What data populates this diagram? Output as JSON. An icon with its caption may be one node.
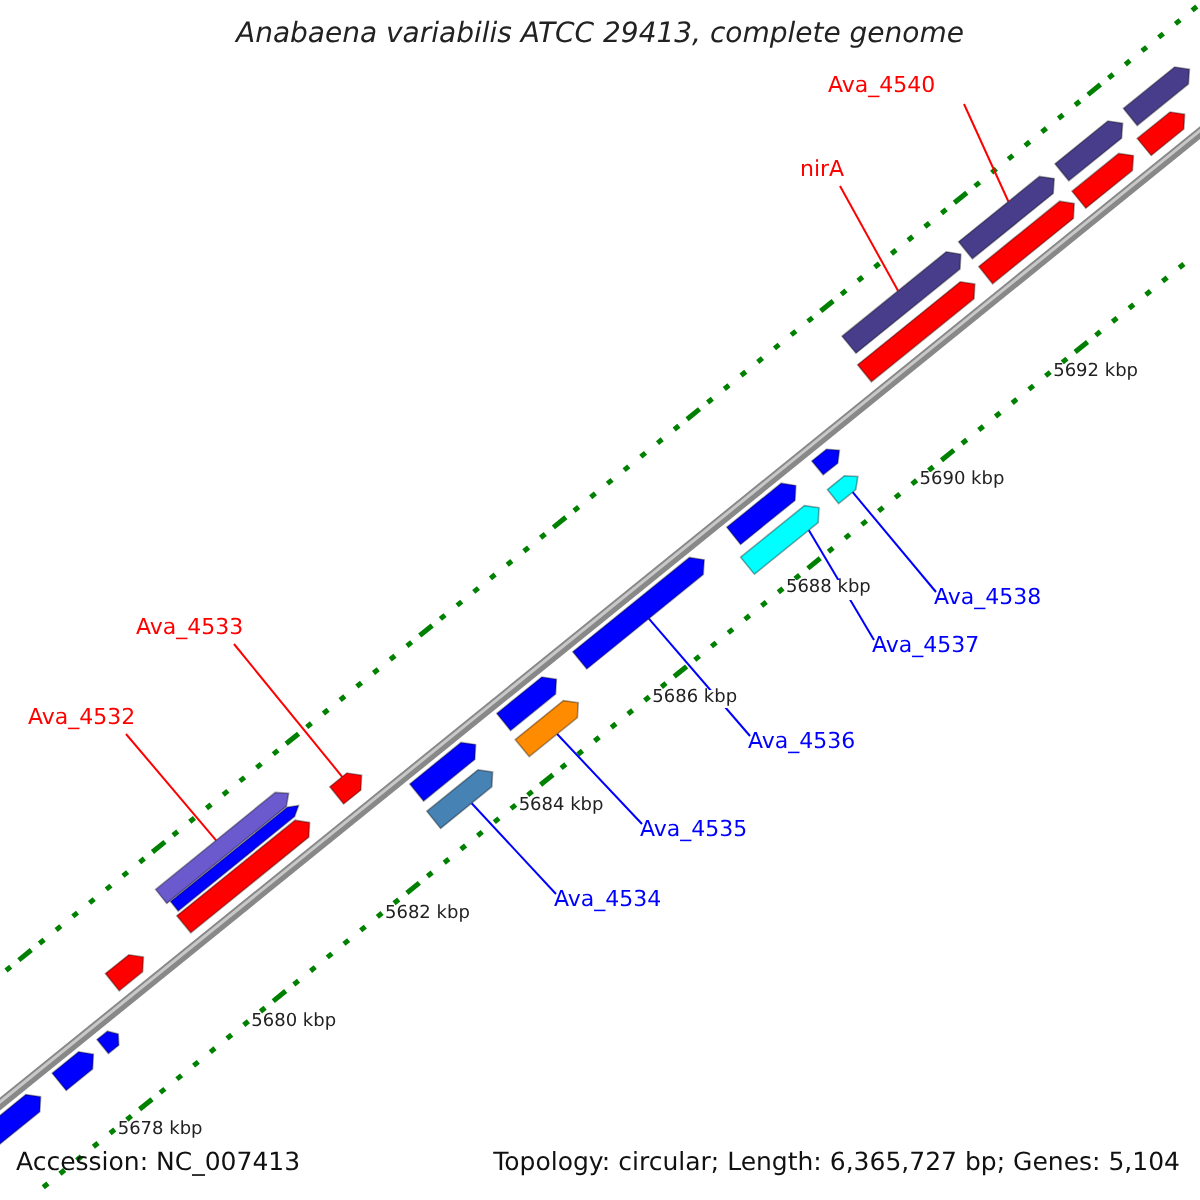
{
  "diagram": {
    "title": "Anabaena variabilis ATCC 29413, complete genome",
    "nodes": [
      {
        "text": [
          "Ava_4540"
        ]
      },
      {
        "text": [
          "nirA"
        ]
      },
      {
        "text": [
          "Ava_4533"
        ]
      },
      {
        "text": [
          "Ava_4532"
        ]
      },
      {
        "text": [
          "Ava_4538"
        ]
      },
      {
        "text": [
          "Ava_4537"
        ]
      },
      {
        "text": [
          "Ava_4536"
        ]
      },
      {
        "text": [
          "Ava_4535"
        ]
      },
      {
        "text": [
          "Ava_4534"
        ]
      },
      {
        "text": [],
        "shape": "bar"
      },
      {
        "text": [],
        "shape": "bar"
      },
      {
        "text": [],
        "shape": "bar"
      },
      {
        "text": [],
        "shape": "bar"
      },
      {
        "text": [],
        "shape": "bar"
      },
      {
        "text": [],
        "shape": "bar"
      },
      {
        "text": [],
        "shape": "bar"
      },
      {
        "text": [],
        "shape": "bar"
      },
      {
        "text": [],
        "shape": "bar"
      },
      {
        "text": [],
        "shape": "bar"
      },
      {
        "text": [],
        "shape": "bar"
      },
      {
        "text": [],
        "shape": "bar"
      },
      {
        "text": [],
        "shape": "bar"
      },
      {
        "text": [],
        "shape": "bar"
      },
      {
        "text": [],
        "shape": "bar"
      },
      {
        "text": [],
        "shape": "bar"
      },
      {
        "text": [],
        "shape": "bar"
      },
      {
        "text": [],
        "shape": "bar"
      },
      {
        "text": [],
        "shape": "bar"
      },
      {
        "text": [],
        "shape": "bar"
      },
      {
        "text": [],
        "shape": "bar"
      },
      {
        "text": [],
        "shape": "bar"
      },
      {
        "text": [],
        "shape": "bar"
      },
      {
        "text": [],
        "shape": "bar"
      },
      {
        "text": [],
        "shape": "bar"
      }
    ],
    "edges": [
      {
        "from": 0,
        "to": 28,
        "arrow": "none",
        "color": "#ff0000"
      },
      {
        "from": 1,
        "to": 27,
        "arrow": "none",
        "color": "#ff0000"
      },
      {
        "from": 2,
        "to": 16,
        "arrow": "none",
        "color": "#ff0000"
      },
      {
        "from": 3,
        "to": 13,
        "arrow": "none",
        "color": "#ff0000"
      },
      {
        "from": 4,
        "to": 24,
        "arrow": "none",
        "color": "#0000ff"
      },
      {
        "from": 5,
        "to": 22,
        "arrow": "none",
        "color": "#0000ff"
      },
      {
        "from": 6,
        "to": 21,
        "arrow": "none",
        "color": "#0000ff"
      },
      {
        "from": 7,
        "to": 19,
        "arrow": "none",
        "color": "#0000ff"
      },
      {
        "from": 8,
        "to": 17,
        "arrow": "none",
        "color": "#0000ff"
      }
    ],
    "labels": [
      "5692 kbp",
      "5690 kbp",
      "5688 kbp",
      "5686 kbp",
      "5684 kbp",
      "5682 kbp",
      "5680 kbp",
      "5678 kbp",
      "Accession: NC_007413",
      "Topology: circular; Length: 6,365,727 bp; Genes: 5,104"
    ]
  }
}
